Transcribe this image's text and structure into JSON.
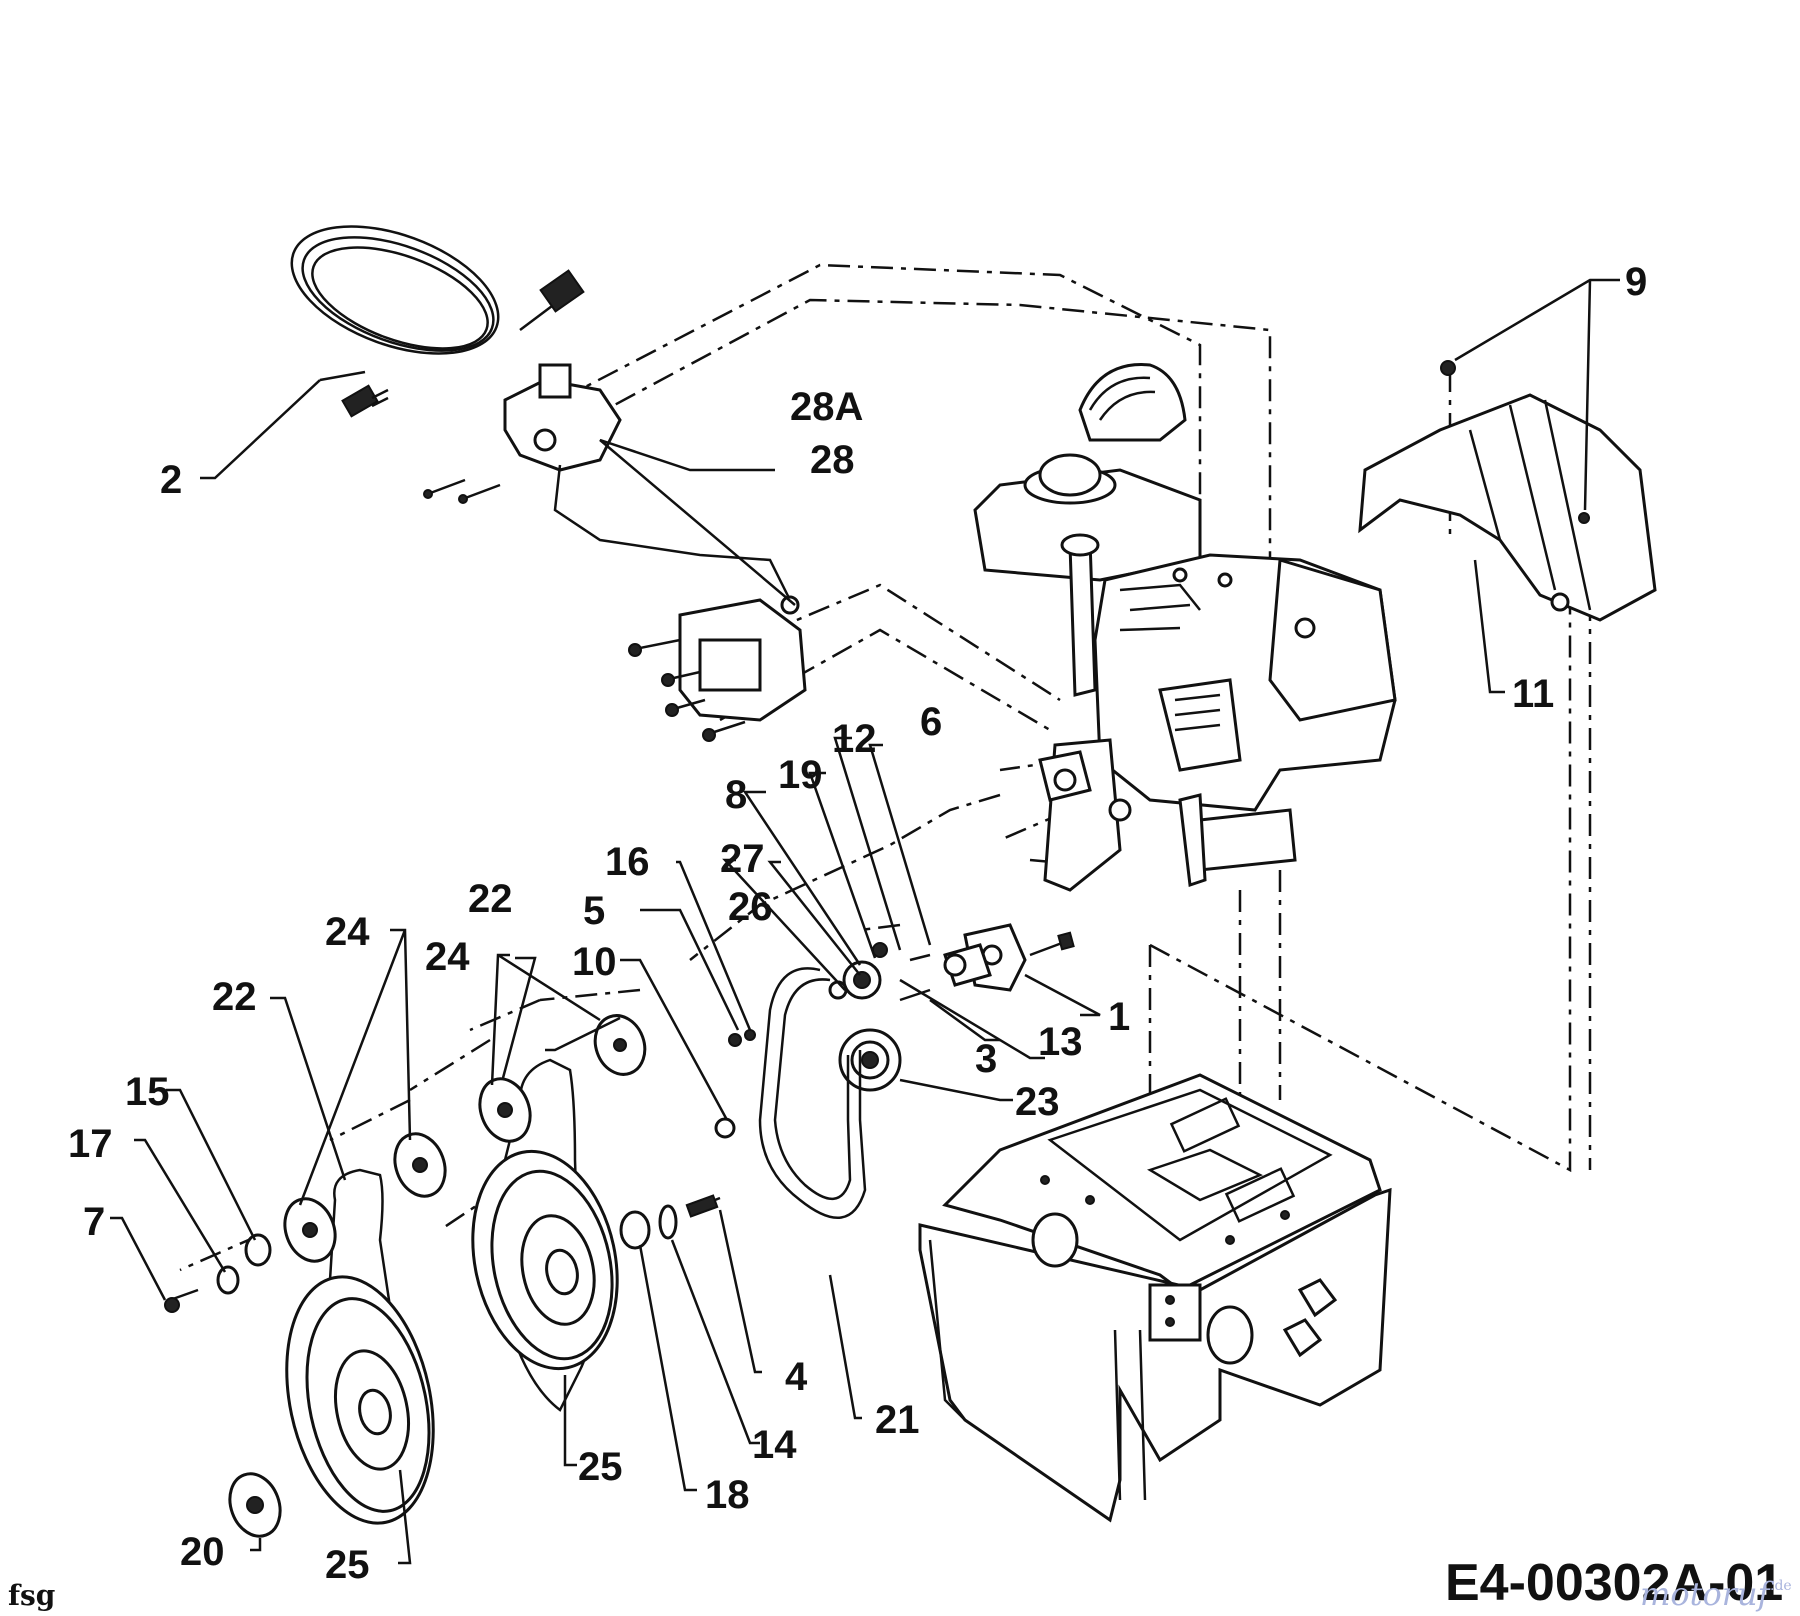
{
  "diagram": {
    "drawing_code": "E4-00302A-01",
    "corner_code": "fsg",
    "watermark": "motoruf",
    "watermark_suffix": ".de",
    "part_labels": [
      "1",
      "2",
      "3",
      "4",
      "5",
      "6",
      "7",
      "8",
      "9",
      "10",
      "11",
      "12",
      "13",
      "14",
      "15",
      "16",
      "17",
      "18",
      "19",
      "20",
      "21",
      "22",
      "22",
      "23",
      "24",
      "24",
      "24",
      "25",
      "25",
      "26",
      "27",
      "28",
      "28A"
    ]
  }
}
